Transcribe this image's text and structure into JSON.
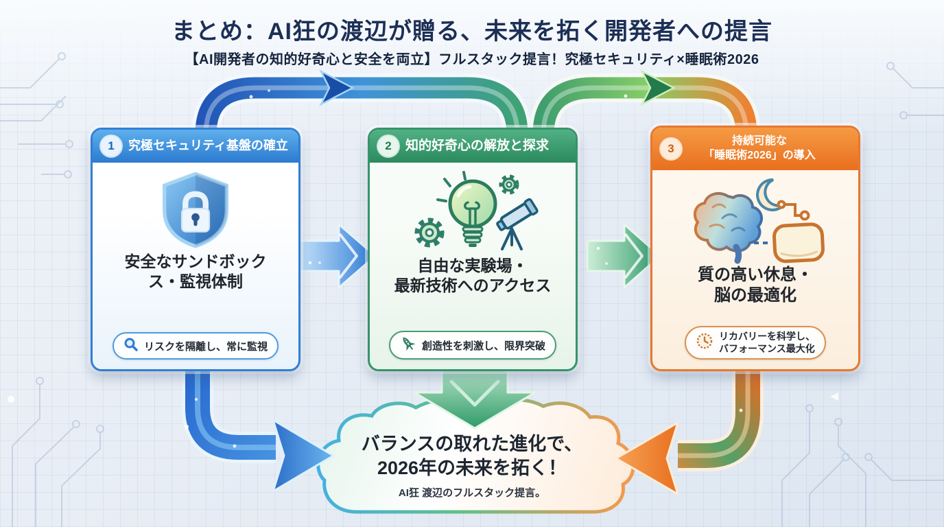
{
  "header": {
    "title": "まとめ：AI狂の渡辺が贈る、未来を拓く開発者への提言",
    "subtitle": "【AI開発者の知的好奇心と安全を両立】フルスタック提言！究極セキュリティ×睡眠術2026"
  },
  "cards": [
    {
      "number": "1",
      "header_line1": "究極セキュリティ基盤の確立",
      "header_line2": "",
      "title_line1": "安全なサンドボック",
      "title_line2": "ス・監視体制",
      "pill_line1": "リスクを隔離し、常に監視",
      "pill_line2": "",
      "icon": "shield-lock-icon",
      "pill_icon": "magnifier-icon",
      "accent": "#2f7fd6"
    },
    {
      "number": "2",
      "header_line1": "知的好奇心の解放と探求",
      "header_line2": "",
      "title_line1": "自由な実験場・",
      "title_line2": "最新技術へのアクセス",
      "pill_line1": "創造性を刺激し、限界突破",
      "pill_line2": "",
      "icon": "bulb-gears-telescope-icon",
      "pill_icon": "rocket-icon",
      "accent": "#2e8f63"
    },
    {
      "number": "3",
      "header_line1": "持続可能な",
      "header_line2": "「睡眠術2026」の導入",
      "title_line1": "質の高い休息・",
      "title_line2": "脳の最適化",
      "pill_line1": "リカバリーを科学し、",
      "pill_line2": "バフォーマンス最大化",
      "icon": "brain-moon-pillow-icon",
      "pill_icon": "clock-icon",
      "accent": "#e8772e"
    }
  ],
  "cloud": {
    "line1": "バランスの取れた進化で、",
    "line2": "2026年の未来を拓く！",
    "caption": "AI狂 渡辺のフルスタック提言。"
  },
  "palette": {
    "blue": "#2f7fd6",
    "green": "#2e8f63",
    "orange": "#e8772e",
    "title_navy": "#1c2f55",
    "background": "#e9eef5"
  }
}
